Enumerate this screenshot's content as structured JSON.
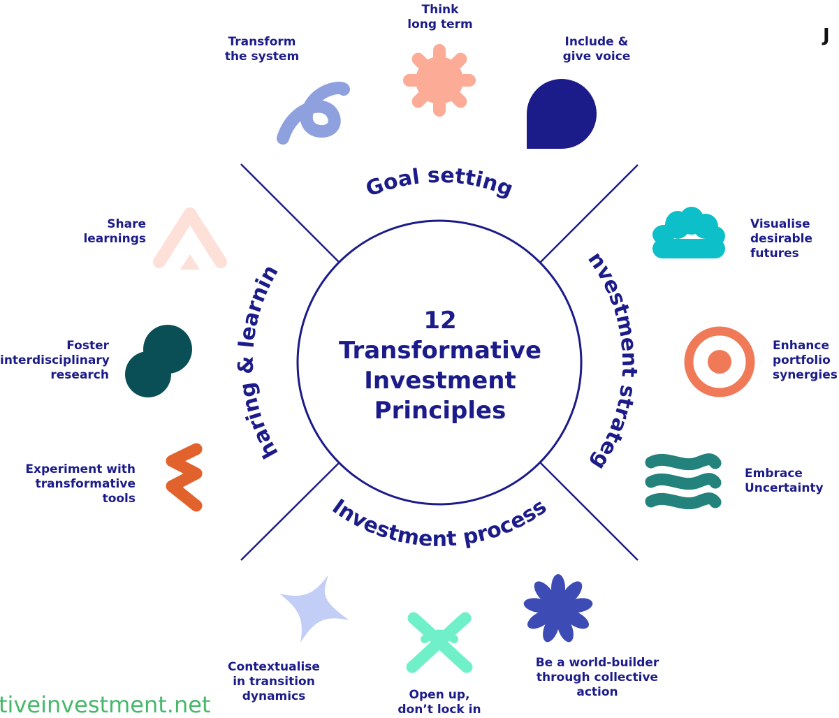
{
  "center_title": "12\nTransformative\nInvestment\nPrinciples",
  "sections": {
    "goal_setting": "Goal setting",
    "investment_strategy": "Investment strategy",
    "investment_process": "Investment process",
    "sharing_learning": "Sharing & learning"
  },
  "principles": {
    "think_long_term": "Think\nlong term",
    "transform_system": "Transform\nthe system",
    "include_voice": "Include &\ngive voice",
    "visualise_futures": "Visualise\ndesirable\nfutures",
    "enhance_synergies": "Enhance\nportfolio\nsynergies",
    "embrace_uncertainty": "Embrace\nUncertainty",
    "world_builder": "Be a world-builder\nthrough collective\naction",
    "open_up": "Open up,\ndon’t lock in",
    "contextualise": "Contextualise\nin transition\ndynamics",
    "experiment": "Experiment with\ntransformative\ntools",
    "foster_research": "Foster\ninterdisciplinary\nresearch",
    "share_learnings": "Share\nlearnings"
  },
  "footer_text": "tiveinvestment.net",
  "corner_glyph": "J",
  "colors": {
    "navy": "#1b1b8a",
    "peach": "#fbab96",
    "periwinkle": "#8ea1de",
    "teal": "#0cbfc8",
    "coral": "#f07a58",
    "sea": "#23827c",
    "indigo": "#3d4bb5",
    "mint": "#6ff0c9",
    "lilac": "#c3cef7",
    "orange": "#e2622d",
    "dark_teal": "#0a4f56",
    "blush": "#fde0d8",
    "footer_green": "#45b86a"
  }
}
